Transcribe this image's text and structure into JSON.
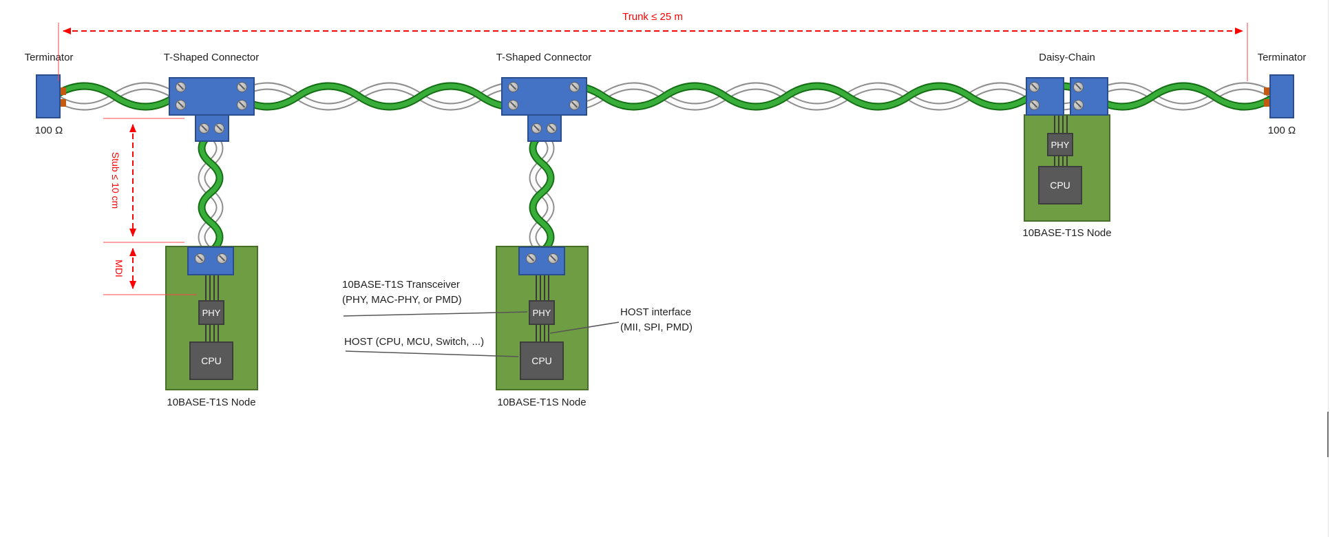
{
  "trunk": {
    "label": "Trunk ≤ 25 m"
  },
  "stub": {
    "label": "Stub ≤ 10 cm"
  },
  "mdi": {
    "label": "MDI"
  },
  "terminators": {
    "left": {
      "title": "Terminator",
      "impedance": "100 Ω"
    },
    "right": {
      "title": "Terminator",
      "impedance": "100 Ω"
    }
  },
  "connectors": {
    "t1": "T-Shaped Connector",
    "t2": "T-Shaped Connector",
    "daisy": "Daisy-Chain"
  },
  "nodes": {
    "node1": {
      "phy": "PHY",
      "cpu": "CPU",
      "caption": "10BASE-T1S Node"
    },
    "node2": {
      "phy": "PHY",
      "cpu": "CPU",
      "caption": "10BASE-T1S Node"
    },
    "node3": {
      "phy": "PHY",
      "cpu": "CPU",
      "caption": "10BASE-T1S Node"
    }
  },
  "annotations": {
    "transceiver_line1": "10BASE-T1S Transceiver",
    "transceiver_line2": "(PHY, MAC-PHY, or PMD)",
    "host": "HOST (CPU, MCU, Switch, ...)",
    "host_interface_line1": "HOST interface",
    "host_interface_line2": "(MII, SPI, PMD)"
  },
  "colors": {
    "board_green": "#6f9d44",
    "connector_blue": "#4472c4",
    "chip_gray": "#595959",
    "wire_green": "#39ad39",
    "wire_white": "#fbfbfb",
    "accent_red": "#fe0000"
  }
}
